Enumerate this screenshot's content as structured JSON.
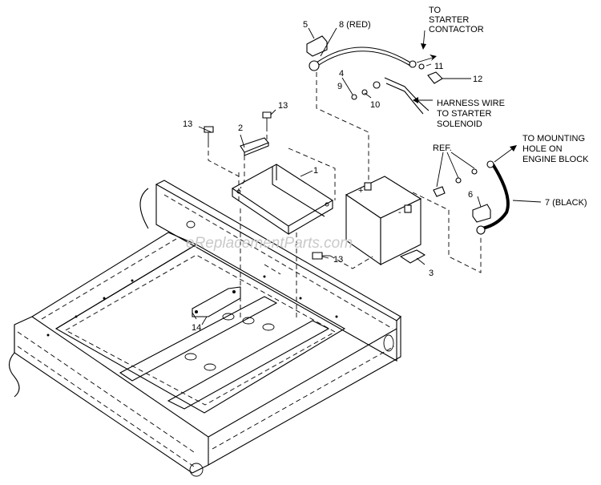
{
  "watermark": "eReplacementParts.com",
  "labels": {
    "to_starter_contactor": [
      "TO",
      "STARTER",
      "CONTACTOR"
    ],
    "harness_wire": [
      "HARNESS WIRE",
      "TO STARTER",
      "SOLENOID"
    ],
    "to_mounting_hole": [
      "TO MOUNTING",
      "HOLE ON",
      "ENGINE BLOCK"
    ],
    "ref": "REF.",
    "red_cable": "8 (RED)",
    "black_cable": "7 (BLACK)"
  },
  "callouts": {
    "c1": "1",
    "c2": "2",
    "c3": "3",
    "c4": "4",
    "c5": "5",
    "c6": "6",
    "c9": "9",
    "c10": "10",
    "c11": "11",
    "c12": "12",
    "c13a": "13",
    "c13b": "13",
    "c13c": "13",
    "c14": "14"
  },
  "battery_marks": {
    "plus": "+",
    "minus": "-"
  }
}
